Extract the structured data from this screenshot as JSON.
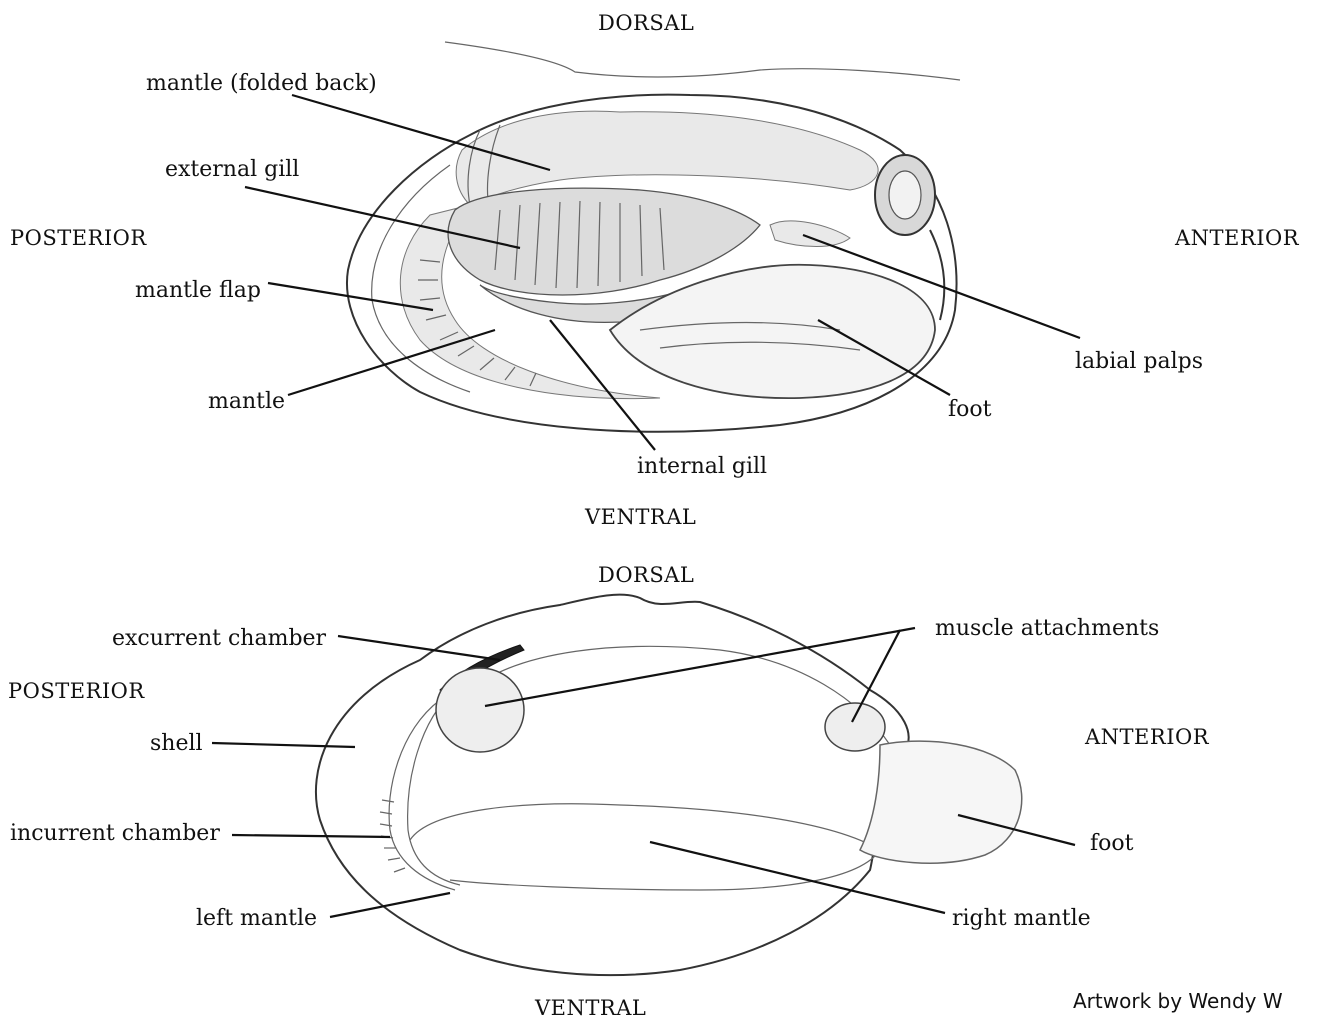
{
  "top": {
    "orientation": {
      "dorsal": "DORSAL",
      "ventral": "VENTRAL",
      "posterior": "POSTERIOR",
      "anterior": "ANTERIOR"
    },
    "labels": {
      "mantle_folded_back": "mantle (folded back)",
      "external_gill": "external gill",
      "mantle_flap": "mantle flap",
      "mantle": "mantle",
      "internal_gill": "internal gill",
      "labial_palps": "labial palps",
      "foot": "foot"
    }
  },
  "bottom": {
    "orientation": {
      "dorsal": "DORSAL",
      "ventral": "VENTRAL",
      "posterior": "POSTERIOR",
      "anterior": "ANTERIOR"
    },
    "labels": {
      "excurrent_chamber": "excurrent chamber",
      "muscle_attachments": "muscle attachments",
      "shell": "shell",
      "incurrent_chamber": "incurrent chamber",
      "foot": "foot",
      "left_mantle": "left mantle",
      "right_mantle": "right mantle"
    }
  },
  "credit": "Artwork by Wendy W"
}
